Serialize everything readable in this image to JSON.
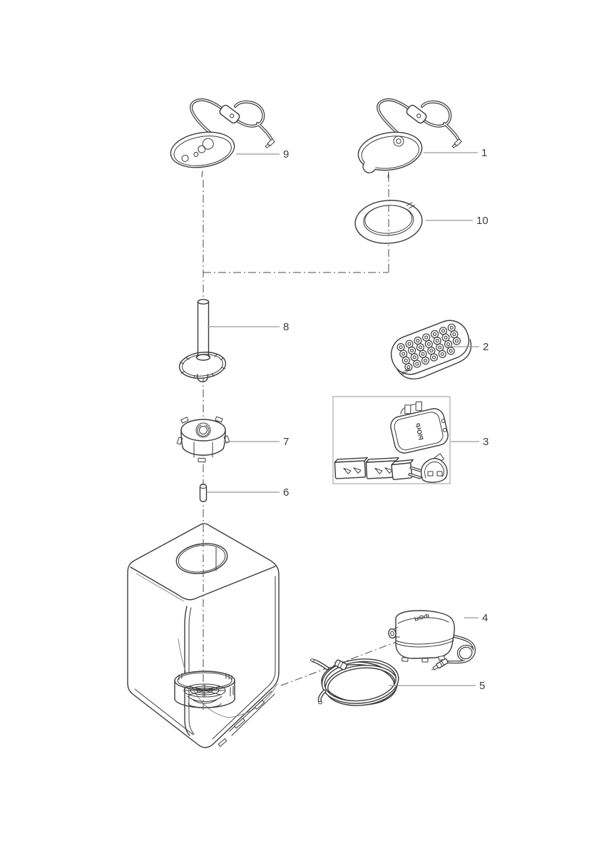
{
  "diagram": {
    "kind": "exploded-parts-diagram",
    "background": "#ffffff"
  },
  "brand": "biOrb",
  "labels": {
    "p1": "1",
    "p2": "2",
    "p3": "3",
    "p4": "4",
    "p5": "5",
    "p6": "6",
    "p7": "7",
    "p8": "8",
    "p9": "9",
    "p10": "10"
  },
  "colors": {
    "outline": "#3b3b3b",
    "leader": "#999999",
    "centerline": "#4a4a4a",
    "background": "#ffffff"
  }
}
